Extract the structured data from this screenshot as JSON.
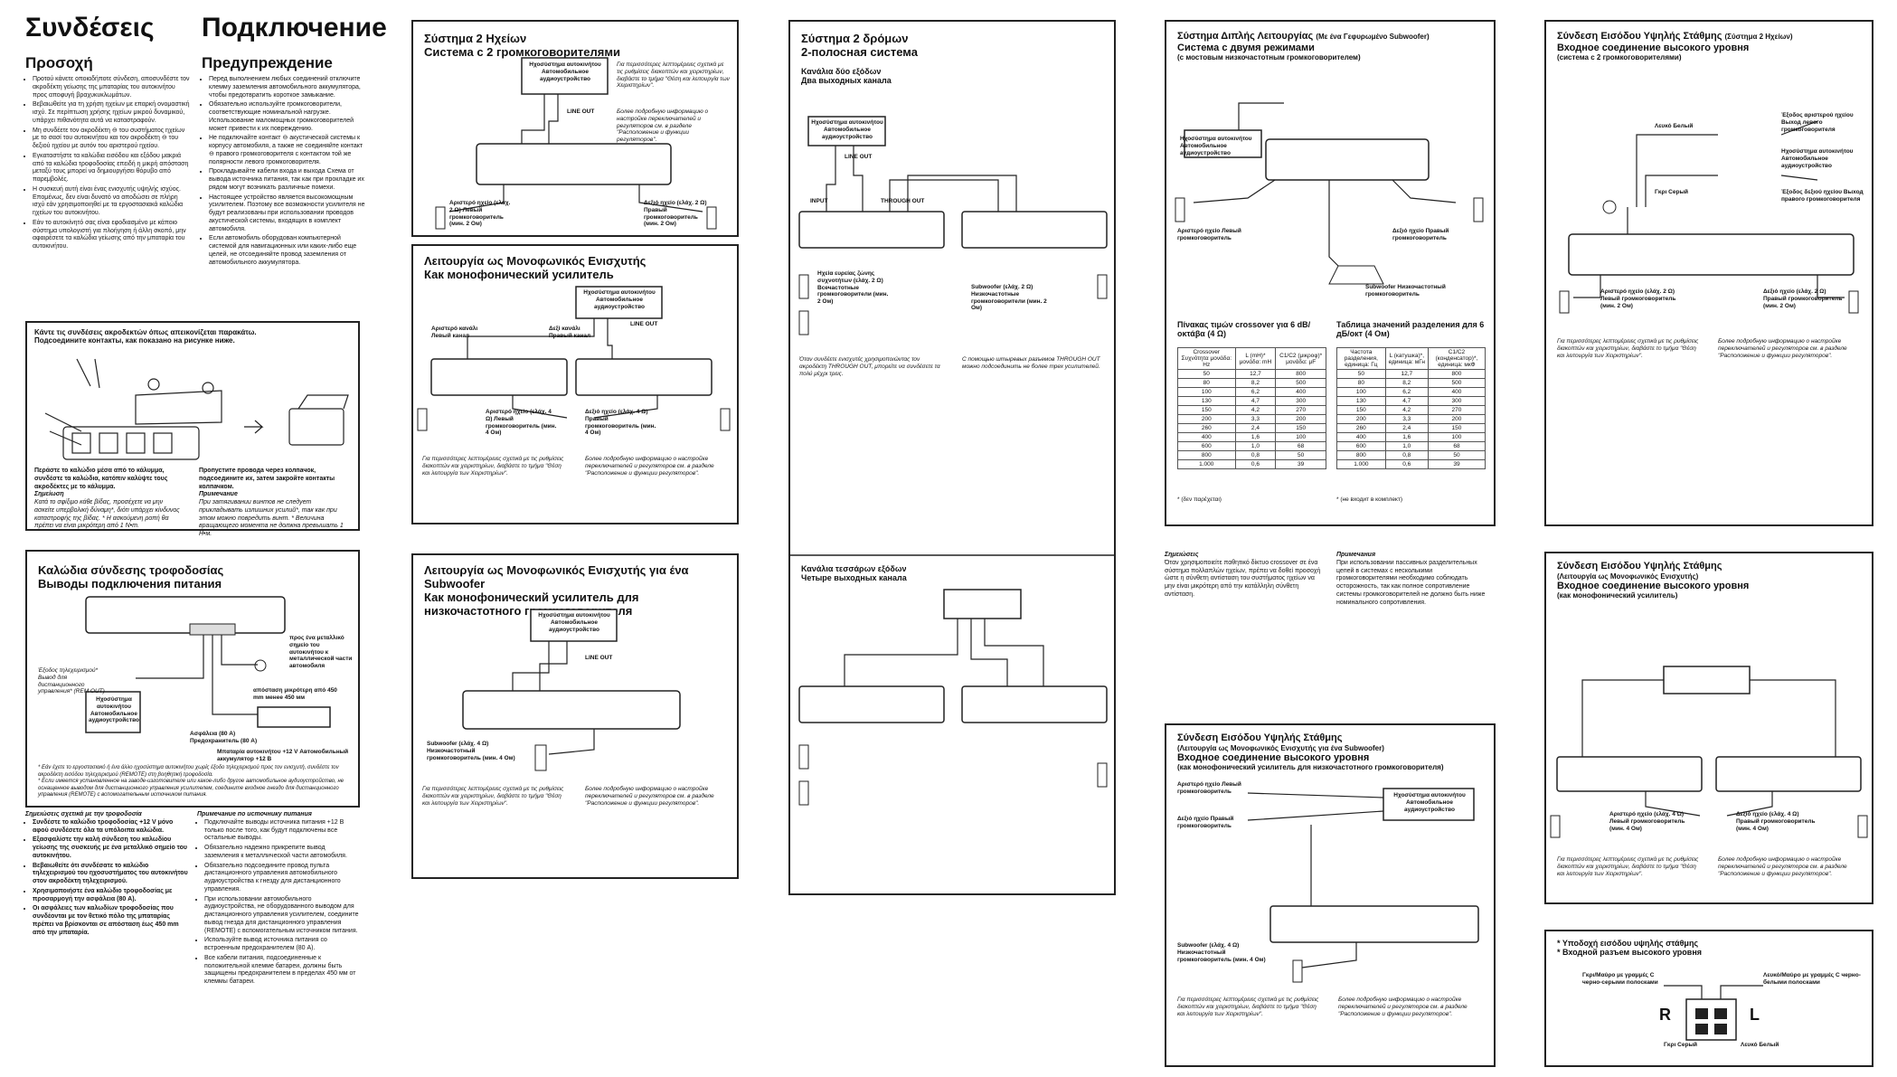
{
  "panel1": {
    "title_gr": "Συνδέσεις",
    "title_ru": "Подключение",
    "warn_gr": "Προσοχή",
    "warn_ru": "Предупреждение",
    "text_gr": [
      "Προτού κάνετε οποιαδήποτε σύνδεση, αποσυνδέστε τον ακροδέκτη γείωσης της μπαταρίας του αυτοκινήτου προς αποφυγή βραχυκυκλωμάτων.",
      "Βεβαιωθείτε για τη χρήση ηχείων με επαρκή ονομαστική ισχύ. Σε περίπτωση χρήσης ηχείων μικρού δυναμικού, υπάρχει πιθανότητα αυτά να καταστραφούν.",
      "Μη συνδέετε τον ακροδέκτη ⊖ του συστήματος ηχείων με το σασί του αυτοκινήτου και τον ακροδέκτη ⊖ του δεξιού ηχείου με αυτόν του αριστερού ηχείου.",
      "Εγκαταστήστε τα καλώδια εισόδου και εξόδου μακριά από τα καλώδια τροφοδοσίας επειδή η μικρή απόσταση μεταξύ τους μπορεί να δημιουργήσει θόρυβο από παρεμβολές.",
      "Η συσκευή αυτή είναι ένας ενισχυτής υψηλής ισχύος. Επομένως, δεν είναι δυνατό να αποδώσει σε πλήρη ισχύ εάν χρησιμοποιηθεί με τα εργοστασιακά καλώδια ηχείων του αυτοκινήτου.",
      "Εάν το αυτοκίνητό σας είναι εφοδιασμένο με κάποιο σύστημα υπολογιστή για πλοήγηση ή άλλη σκοπό, μην αφαιρέσετε τα καλώδια γείωσης από την μπαταρία του αυτοκινήτου."
    ],
    "text_ru": [
      "Перед выполнением любых соединений отключите клемму заземления автомобильного аккумулятора, чтобы предотвратить короткое замыкание.",
      "Обязательно используйте громкоговорители, соответствующие номинальной нагрузке. Использование маломощных громкоговорителей может привести к их повреждению.",
      "Не подключайте контакт ⊖ акустической системы к корпусу автомобиля, а также не соединяйте контакт ⊖ правого громкоговорителя с контактом той же полярности левого громкоговорителя.",
      "Прокладывайте кабели входа и выхода Схема от вывода источника питания, так как при прокладке их рядом могут возникать различные помехи.",
      "Настоящее устройство является высокомощным усилителем. Поэтому все возможности усилителя не будут реализованы при использовании проводов акустической системы, входящих в комплект автомобиля.",
      "Если автомобиль оборудован компьютерной системой для навигационных или каких-либо еще целей, не отсоединяйте провод заземления от автомобильного аккумулятора."
    ],
    "connect_gr": "Κάντε τις συνδέσεις ακροδεκτών όπως απεικονίζεται παρακάτω.",
    "connect_ru": "Подсоедините контакты, как показано на рисунке ниже.",
    "cap1_gr": "Περάστε το καλώδιο μέσα από το κάλυμμα, συνδέστε τα καλώδια, κατόπιν καλύψτε τους ακροδέκτες με το κάλυμμα.",
    "cap1_note": "Σημείωση",
    "cap1_note_text": "Κατά το σφίξιμο κάθε βίδας, προσέχετε να μην ασκείτε υπερβολική δύναμη*, διότι υπάρχει κίνδυνος καταστροφής της βίδας. * Η ασκούμενη ροπή θα πρέπει να είναι μικρότερη από 1 N•m.",
    "cap2_ru": "Пропустите провода через колпачок, подсоедините их, затем закройте контакты колпачком.",
    "cap2_note": "Примечание",
    "cap2_note_text": "При затягивании винтов не следует прикладывать излишних усилий*, так как при этом можно повредить винт. * Величина вращающего момента не должна превышать 1 Н•м."
  },
  "panel2": {
    "title": "Καλώδια σύνδεσης τροφοδοσίας",
    "title_ru": "Выводы подключения питания",
    "remote_lbl": "Έξοδος τηλεχειρισμού* Вывод для дистанционного управления* (REM OUT)",
    "source_lbl": "Ηχοσύστημα αυτοκινήτου Автомобильное аудиоустройство",
    "ground_lbl": "προς ένα μεταλλικό σημείο του αυτοκινήτου к металлической части автомобиля",
    "distance_lbl": "απόσταση μικρότερη από 450 mm менее 450 мм",
    "fuse_lbl": "Ασφάλεια (80 A) Предохранитель (80 A)",
    "battery_lbl": "Μπαταρία αυτοκινήτου +12 V Автомобильный аккумулятор +12 В",
    "note1": "* Εάν έχετε το εργοστασιακό ή ένα άλλο ηχοσύστημα αυτοκινήτου χωρίς έξοδο τηλεχειρισμού προς τον ενισχυτή, συνδέστε τον ακροδέκτη εισόδου τηλεχειρισμού (REMOTE) στη βοηθητική τροφοδοσία.",
    "note2": "* Если имеется установленное на заводе-изготовителе или какое-либо другое автомобильное аудиоустройство, не оснащенное выводом для дистанционного управления усилителем, соедините входное гнездо для дистанционного управления (REMOTE) с вспомогательным источником питания.",
    "notes_gr_title": "Σημειώσεις σχετικά με την τροφοδοσία",
    "notes_ru_title": "Примечание по источнику питания",
    "notes_gr": [
      "Συνδέστε το καλώδιο τροφοδοσίας +12 V μόνο αφού συνδέσετε όλα τα υπόλοιπα καλώδια.",
      "Εξασφαλίστε την καλή σύνδεση του καλωδίου γείωσης της συσκευής με ένα μεταλλικό σημείο του αυτοκινήτου.",
      "Βεβαιωθείτε ότι συνδέσατε το καλώδιο τηλεχειρισμού του ηχοσυστήματος του αυτοκινήτου στον ακροδέκτη τηλεχειρισμού.",
      "Χρησιμοποιήστε ένα καλώδιο τροφοδοσίας με προσαρμογή την ασφάλεια (80 A).",
      "Οι ασφάλειες των καλωδίων τροφοδοσίας που συνδέονται με τον θετικό πόλο της μπαταρίας πρέπει να βρίσκονται σε απόσταση έως 450 mm από την μπαταρία."
    ],
    "notes_ru": [
      "Подключайте выводы источника питания +12 В только после того, как будут подключены все остальные выводы.",
      "Обязательно надежно прикрепите вывод заземления к металлической части автомобиля.",
      "Обязательно подсоедините провод пульта дистанционного управления автомобильного аудиоустройства к гнезду для дистанционного управления.",
      "При использовании автомобильного аудиоустройства, не оборудованного выводом для дистанционного управления усилителем, соедините вывод гнезда для дистанционного управления (REMOTE) с вспомогательным источником питания.",
      "Используйте вывод источника питания со встроенным предохранителем (80 A).",
      "Все кабели питания, подсоединенные к положительной клемме батареи, должны быть защищены предохранителем в пределах 450 мм от клеммы батареи."
    ]
  },
  "panel3": {
    "title_gr": "Σύστημα 2 Ηχείων",
    "title_ru": "Система с 2 громкоговорителями",
    "source_lbl": "Ηχοσύστημα αυτοκινήτου Автомобильное аудиоустройство",
    "line_out": "LINE OUT",
    "left_lbl": "Αριστερό ηχείο (ελάχ. 2 Ω) Левый громкоговоритель (мин. 2 Ом)",
    "right_lbl": "Δεξιό ηχείο (ελάχ. 2 Ω) Правый громкоговоритель (мин. 2 Ом)",
    "note_gr": "Για περισσότερες λεπτομέρειες σχετικά με τις ρυθμίσεις διακοπτών και χειριστηρίων, διαβάστε το τμήμα \"Θέση και λειτουργία των Χειριστηρίων\".",
    "note_ru": "Более подробную информацию о настройке переключателей и регуляторов см. в разделе \"Расположение и функции регуляторов\"."
  },
  "panel4": {
    "title_gr": "Λειτουργία ως Μονοφωνικός Ενισχυτής",
    "title_ru": "Как монофонический усилитель",
    "source_lbl": "Ηχοσύστημα αυτοκινήτου Автомобильное аудиоустройство",
    "line_out": "LINE OUT",
    "left_ch": "Αριστερό κανάλι Левый канал",
    "right_ch": "Δεξί κανάλι Правый канал",
    "left_lbl": "Αριστερό ηχείο (ελάχ. 4 Ω) Левый громкоговоритель (мин. 4 Ом)",
    "right_lbl": "Δεξιό ηχείο (ελάχ. 4 Ω) Правый громкоговоритель (мин. 4 Ом)",
    "note_gr": "Για περισσότερες λεπτομέρειες σχετικά με τις ρυθμίσεις διακοπτών και χειριστηρίων, διαβάστε το τμήμα \"Θέση και λειτουργία των Χειριστηρίων\".",
    "note_ru": "Более подробную информацию о настройке переключателей и регуляторов см. в разделе \"Расположение и функции регуляторов\"."
  },
  "panel5": {
    "title_gr": "Λειτουργία ως Μονοφωνικός Ενισχυτής για ένα Subwoofer",
    "title_ru": "Как монофонический усилитель для низкочастотного громкоговорителя",
    "source_lbl": "Ηχοσύστημα αυτοκινήτου Автомобильное аудиоустройство",
    "line_out": "LINE OUT",
    "sub_lbl": "Subwoofer (ελάχ. 4 Ω) Низкочастотный громкоговоритель (мин. 4 Ом)",
    "note_gr": "Για περισσότερες λεπτομέρειες σχετικά με τις ρυθμίσεις διακοπτών και χειριστηρίων, διαβάστε το τμήμα \"Θέση και λειτουργία των Χειριστηρίων\".",
    "note_ru": "Более подробную информацию о настройке переключателей и регуляторов см. в разделе \"Расположение и функции регуляторов\"."
  },
  "panel6": {
    "title_gr": "Σύστημα 2 δρόμων",
    "title_ru": "2-полосная система",
    "sub1_gr": "Κανάλια δύο εξόδων",
    "sub1_ru": "Два выходных канала",
    "sub2_gr": "Κανάλια τεσσάρων εξόδων",
    "sub2_ru": "Четыре выходных канала",
    "source_lbl": "Ηχοσύστημα αυτοκινήτου Автомобильное аудиоустройство",
    "line_out": "LINE OUT",
    "input": "INPUT",
    "through_out": "THROUGH OUT",
    "full_lbl": "Ηχεία ευρείας ζώνης συχνοτήτων (ελάχ. 2 Ω) Всечастотные громкоговорители (мин. 2 Ом)",
    "sub_lbl": "Subwoofer (ελάχ. 2 Ω) Низкочастотные громкоговорители (мин. 2 Ом)",
    "note_gr": "Όταν συνδέετε ενισχυτές χρησιμοποιώντας τον ακροδέκτη THROUGH OUT, μπορείτε να συνδέσετε τα πολύ μέχρι τρεις.",
    "note_ru": "С помощью штыревых разъемов THROUGH OUT можно подсоединить не более трех усилителей."
  },
  "panel7": {
    "title_gr": "Σύστημα Διπλής Λειτουργίας",
    "title_gr_small": "(Με ένα Γεφυρωμένο Subwoofer)",
    "title_ru": "Система с двумя режимами",
    "title_ru_small": "(с мостовым низкочастотным громкоговорителем)",
    "source_lbl": "Ηχοσύστημα αυτοκινήτου Автомобильное аудиоустройство",
    "left_lbl": "Αριστερό ηχείο Левый громкоговоритель",
    "right_lbl": "Δεξιό ηχείο Правый громкоговоритель",
    "sub_lbl": "Subwoofer Низкочастотный громкоговоритель",
    "table1_title": "Πίνακας τιμών crossover για 6 dB/οκτάβα (4 Ω)",
    "table2_title": "Таблица значений разделения для 6 дБ/окт (4 Ом)",
    "table1_headers": [
      "Crossover Συχνότητα μονάδα: Hz",
      "L (mH)* μονάδα: mH",
      "C1/C2 (μικροφ)* μονάδα: μF"
    ],
    "table2_headers": [
      "Частота разделения, единица: Гц",
      "L (катушка)*, единица: мГн",
      "C1/C2 (конденсатор)*, единица: мкФ"
    ],
    "rows": [
      [
        "50",
        "12,7",
        "800"
      ],
      [
        "80",
        "8,2",
        "500"
      ],
      [
        "100",
        "6,2",
        "400"
      ],
      [
        "130",
        "4,7",
        "300"
      ],
      [
        "150",
        "4,2",
        "270"
      ],
      [
        "200",
        "3,3",
        "200"
      ],
      [
        "260",
        "2,4",
        "150"
      ],
      [
        "400",
        "1,6",
        "100"
      ],
      [
        "600",
        "1,0",
        "68"
      ],
      [
        "800",
        "0,8",
        "50"
      ],
      [
        "1.000",
        "0,6",
        "39"
      ]
    ],
    "table1_foot": "* (δεν παρέχεται)",
    "table2_foot": "* (не входит в комплект)"
  },
  "panel8": {
    "title_gr": "Σύνδεση Εισόδου Υψηλής Στάθμης",
    "title_gr_small": "(Σύστημα 2 Ηχείων)",
    "title_ru": "Входное соединение высокого уровня",
    "title_ru_small": "(система с 2 громкоговорителями)",
    "white": "Λευκό Белый",
    "grey": "Γκρι Серый",
    "left_out": "Έξοδος αριστερού ηχείου Выход левого громкоговорителя",
    "right_out": "Έξοδος δεξιού ηχείου Выход правого громкоговорителя",
    "source_lbl": "Ηχοσύστημα αυτοκινήτου Автомобильное аудиоустройство",
    "left_lbl": "Αριστερό ηχείο (ελάχ. 2 Ω) Левый громкоговоритель (мин. 2 Ом)",
    "right_lbl": "Δεξιό ηχείο (ελάχ. 2 Ω) Правый громкоговоритель (мин. 2 Ом)",
    "note_gr": "Για περισσότερες λεπτομέρειες σχετικά με τις ρυθμίσεις διακοπτών και χειριστηρίων, διαβάστε το τμήμα \"Θέση και λειτουργία των Χειριστηρίων\".",
    "note_ru": "Более подробную информацию о настройке переключателей и регуляторов см. в разделе \"Расположение и функции регуляторов\"."
  },
  "panel9": {
    "title_gr": "Σύνδεση Εισόδου Υψηλής Στάθμης",
    "title_gr_small": "(Λειτουργία ως Μονοφωνικός Ενισχυτής)",
    "title_ru": "Входное соединение высокого уровня",
    "title_ru_small": "(как монофонический усилитель)",
    "left_lbl": "Αριστερό ηχείο (ελάχ. 4 Ω) Левый громкоговоритель (мин. 4 Ом)",
    "right_lbl": "Δεξιό ηχείο (ελάχ. 4 Ω) Правый громкоговоритель (мин. 4 Ом)",
    "note_gr": "Για περισσότερες λεπτομέρειες σχετικά με τις ρυθμίσεις διακοπτών και χειριστηρίων, διαβάστε το τμήμα \"Θέση και λειτουργία των Χειριστηρίων\".",
    "note_ru": "Более подробную информацию о настройке переключателей и регуляторов см. в разделе \"Расположение и функции регуляторов\"."
  },
  "panel10": {
    "title_gr": "Σύνδεση Εισόδου Υψηλής Στάθμης",
    "title_gr_small": "(Λειτουργία ως Μονοφωνικός Ενισχυτής για ένα Subwoofer)",
    "title_ru": "Входное соединение высокого уровня",
    "title_ru_small": "(как монофонический усилитель для низкочастотного громкоговорителя)",
    "left_lbl": "Αριστερό ηχείο Левый громкоговоритель",
    "right_lbl": "Δεξιό ηχείο Правый громкоговоритель",
    "source_lbl": "Ηχοσύστημα αυτοκινήτου Автомобильное аудиоустройство",
    "sub_lbl": "Subwoofer (ελάχ. 4 Ω) Низкочастотный громкоговоритель (мин. 4 Ом)",
    "note_gr": "Για περισσότερες λεπτομέρειες σχετικά με τις ρυθμίσεις διακοπτών και χειριστηρίων, διαβάστε το τμήμα \"Θέση και λειτουργία των Χειριστηρίων\".",
    "note_ru": "Более подробную информацию о настройке переключателей и регуляторов см. в разделе \"Расположение и функции регуляторов\"."
  },
  "panel11": {
    "line1": "* Υποδοχή εισόδου υψηλής στάθμης",
    "line2": "* Входной разъем высокого уровня",
    "tl": "Γκρι/Μαύρο με γραμμές С черно-серыми полосками",
    "tr": "Λευκό/Μαύρο με γραμμές С черно-белыми полосками",
    "r": "R",
    "l": "L",
    "bl": "Γκρι Серый",
    "br": "Λευκό Белый"
  },
  "middle_notes": {
    "title_gr": "Σημειώσεις",
    "title_ru": "Примечания",
    "text_gr": "Όταν χρησιμοποιείτε παθητικό δίκτυο crossover σε ένα σύστημα πολλαπλών ηχείων, πρέπει να δοθεί προσοχή ώστε η σύνθετη αντίσταση του συστήματος ηχείων να μην είναι μικρότερη από την κατάλληλη σύνθετη αντίσταση.",
    "text_ru": "При использовании пассивных разделительных цепей в системах с несколькими громкоговорителями необходимо соблюдать осторожность, так как полное сопротивление системы громкоговорителей не должно быть ниже номинального сопротивления."
  }
}
